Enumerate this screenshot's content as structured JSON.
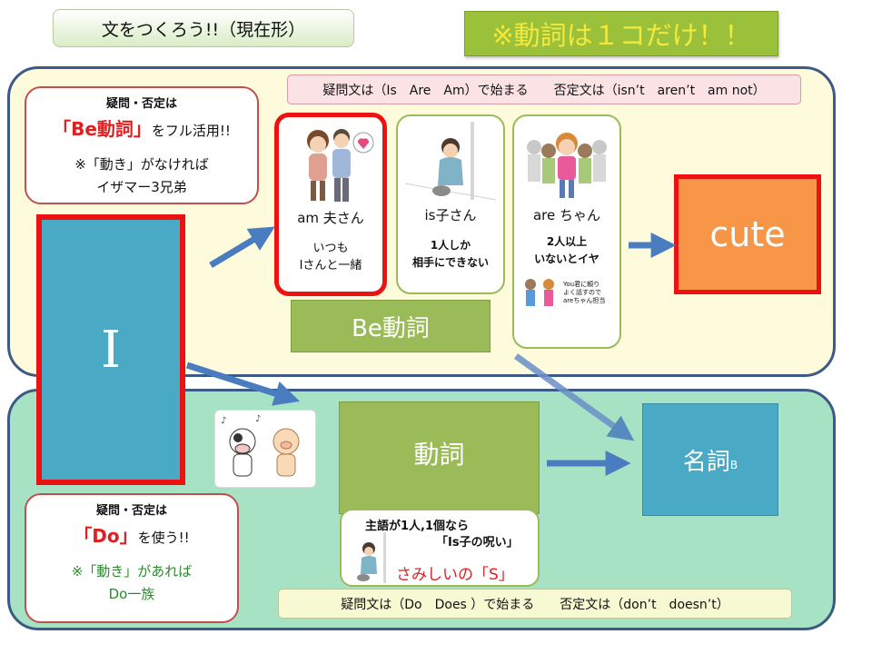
{
  "title": "文をつくろう!!（現在形）",
  "rule": "※動詞は１コだけ！！",
  "be_zone": {
    "question_note": "疑問文は（Is　Are　Am）で始まる　　否定文は（isn’t　aren’t　am not）",
    "note": {
      "line1": "疑問・否定は",
      "emphasis": "「Be動詞」",
      "emphasis_rest": "をフル活用!!",
      "line3": "※「動き」がなければ",
      "line4": "イザマー3兄弟"
    },
    "cards": [
      {
        "title": "am 夫さん",
        "line1": "いつも",
        "line2": "Iさんと一緒"
      },
      {
        "title": "is子さん",
        "line1": "1人しか",
        "line2": "相手にできない"
      },
      {
        "title": "are ちゃん",
        "line1": "2人以上",
        "line2": "いないとイヤ",
        "small1": "You君に頼り",
        "small2": "よく話すので",
        "small3": "areちゃん担当"
      }
    ],
    "label": "Be動詞",
    "complement": "cute"
  },
  "subject": "I",
  "do_zone": {
    "question_note": "疑問文は（Do　Does ）で始まる　　否定文は（don’t　doesn’t）",
    "note": {
      "line1": "疑問・否定は",
      "emphasis": "「Do」",
      "emphasis_rest": "を使う!!",
      "line3": "※「動き」があれば",
      "line4": "Do一族"
    },
    "verb": "動詞",
    "noun": "名詞",
    "noun_sub": "B",
    "curse": {
      "line1": "主語が1人,1個なら",
      "line2": "「Is子の呪い」",
      "line3": "さみしいの「S」"
    }
  },
  "colors": {
    "arrow": "#4a7dc0",
    "red_border": "#ee1111",
    "green_box": "#9bbb59",
    "blue_box": "#4aaac5",
    "orange_box": "#f79646"
  }
}
